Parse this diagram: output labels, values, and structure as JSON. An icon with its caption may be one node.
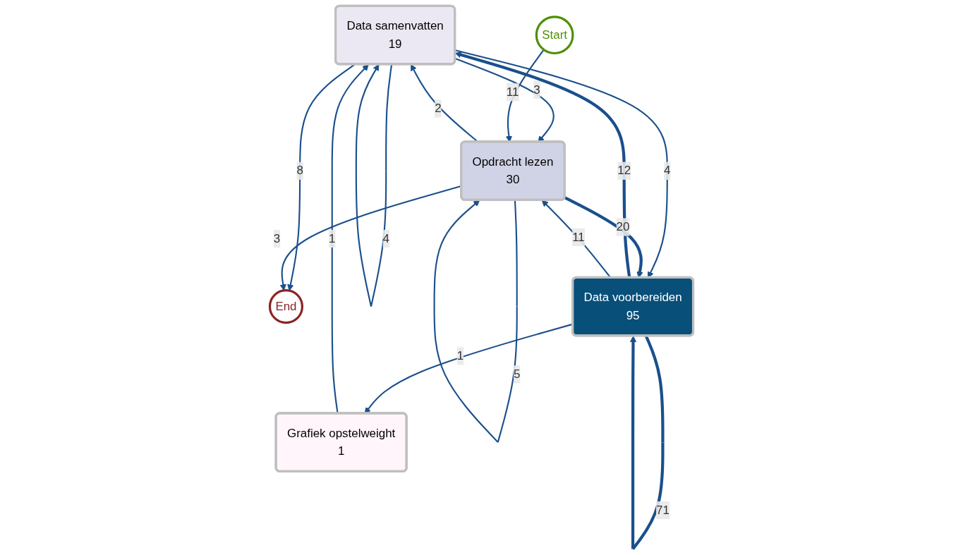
{
  "diagram": {
    "nodes": [
      {
        "text": [
          "End"
        ]
      },
      {
        "text": [
          "Data samenvatten",
          "19"
        ]
      },
      {
        "text": [
          "Opdracht lezen",
          "30"
        ]
      },
      {
        "text": [
          "Start"
        ]
      },
      {
        "text": [
          "Data voorbereiden",
          "95"
        ]
      },
      {
        "text": [
          "Grafiek opstelweight",
          "1"
        ]
      }
    ],
    "edges": [
      {
        "from": 1,
        "to": 0,
        "arrow": "to",
        "label": "8"
      },
      {
        "from": 1,
        "to": 1,
        "arrow": "to",
        "label": "4"
      },
      {
        "from": 1,
        "to": 2,
        "arrow": "to",
        "label": "3"
      },
      {
        "from": 2,
        "to": 1,
        "arrow": "to",
        "label": "2"
      },
      {
        "from": 2,
        "to": 2,
        "arrow": "to",
        "label": "5"
      },
      {
        "from": 2,
        "to": 0,
        "arrow": "to",
        "label": "3"
      },
      {
        "from": 3,
        "to": 2,
        "arrow": "to",
        "label": "11"
      },
      {
        "from": 1,
        "to": 4,
        "arrow": "to",
        "label": "4"
      },
      {
        "from": 4,
        "to": 1,
        "arrow": "to",
        "label": "12",
        "style": "thick"
      },
      {
        "from": 4,
        "to": 4,
        "arrow": "to",
        "label": "71",
        "style": "thick"
      },
      {
        "from": 4,
        "to": 2,
        "arrow": "to",
        "label": "11"
      },
      {
        "from": 2,
        "to": 4,
        "arrow": "to",
        "label": "20",
        "style": "thick"
      },
      {
        "from": 4,
        "to": 5,
        "arrow": "to",
        "label": "1"
      },
      {
        "from": 5,
        "to": 1,
        "arrow": "to",
        "label": "1"
      }
    ]
  }
}
